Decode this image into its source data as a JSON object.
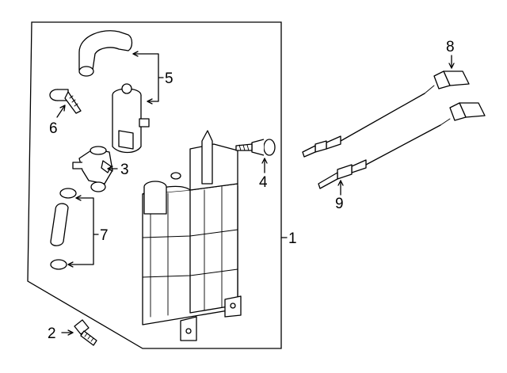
{
  "diagram": {
    "callouts": [
      {
        "id": "c1",
        "text": "1"
      },
      {
        "id": "c2",
        "text": "2"
      },
      {
        "id": "c3",
        "text": "3"
      },
      {
        "id": "c4",
        "text": "4"
      },
      {
        "id": "c5",
        "text": "5"
      },
      {
        "id": "c6",
        "text": "6"
      },
      {
        "id": "c7",
        "text": "7"
      },
      {
        "id": "c8",
        "text": "8"
      },
      {
        "id": "c9",
        "text": "9"
      }
    ],
    "colors": {
      "line": "#000000",
      "background": "#ffffff"
    }
  }
}
